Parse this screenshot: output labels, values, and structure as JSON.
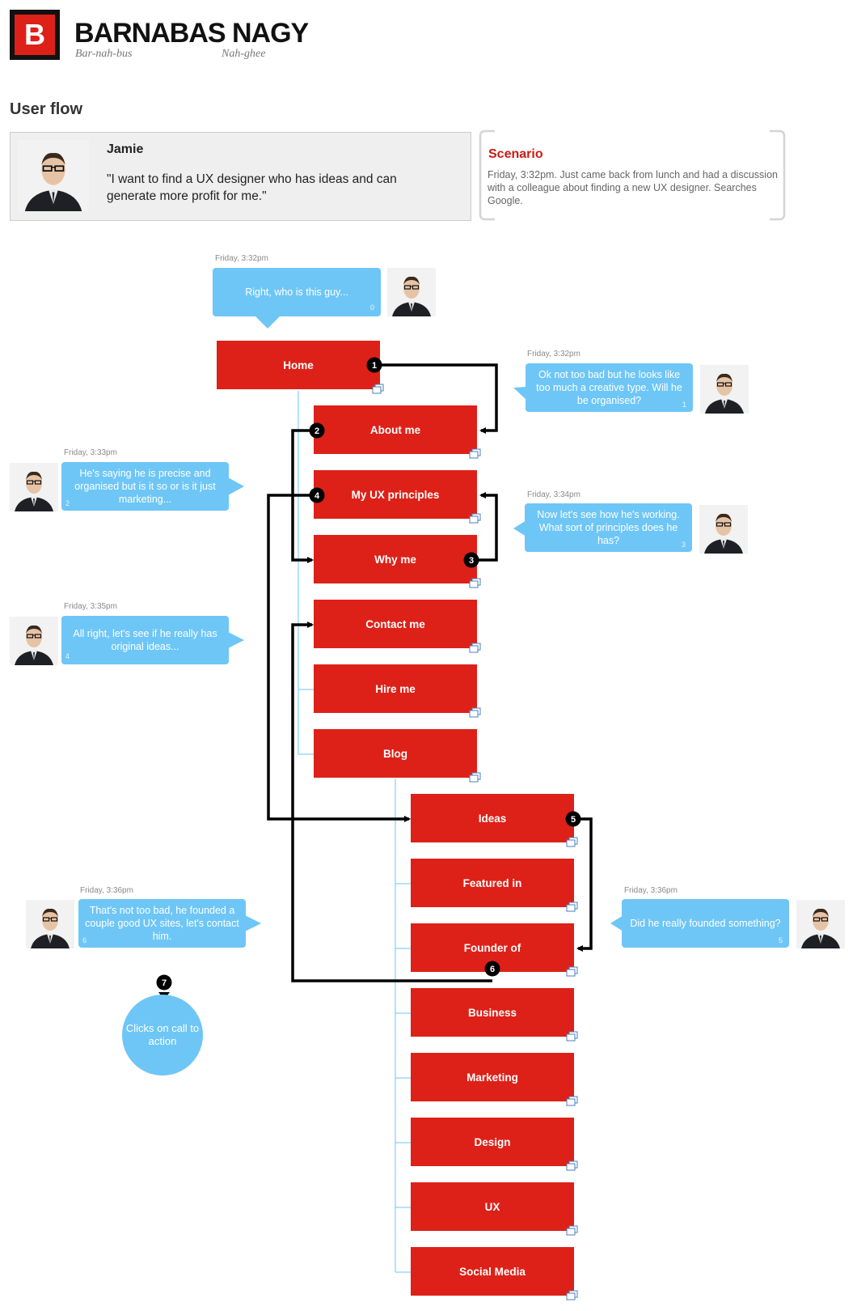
{
  "brand": {
    "logo_letter": "B",
    "name": "BARNABAS NAGY",
    "pronunciation_first": "Bar-nah-bus",
    "pronunciation_last": "Nah-ghee"
  },
  "section_title": "User flow",
  "persona": {
    "name": "Jamie",
    "quote": "\"I want to find a UX designer who has ideas and can generate more profit for me.\""
  },
  "scenario": {
    "title": "Scenario",
    "text": "Friday, 3:32pm. Just came back from lunch and had a discussion with a colleague about finding a new UX designer. Searches Google."
  },
  "colors": {
    "node_red": "#dd2118",
    "bubble_blue": "#6ec6f6",
    "scenario_title_red": "#cc1a12",
    "tree_line_blue": "#6ec6f6"
  },
  "pages": {
    "home": "Home",
    "about": "About me",
    "principles": "My UX principles",
    "why": "Why me",
    "contact": "Contact me",
    "hire": "Hire me",
    "blog": "Blog",
    "ideas": "Ideas",
    "featured": "Featured in",
    "founder": "Founder of",
    "business": "Business",
    "marketing": "Marketing",
    "design": "Design",
    "ux": "UX",
    "social": "Social Media"
  },
  "thoughts": {
    "t0": {
      "time": "Friday, 3:32pm",
      "text": "Right, who is this guy...",
      "num": "0"
    },
    "t1": {
      "time": "Friday, 3:32pm",
      "text": "Ok not too bad but he looks like too much a creative type. Will he be organised?",
      "num": "1"
    },
    "t2": {
      "time": "Friday, 3:33pm",
      "text": "He's saying he is precise and organised but is it so or is it just marketing...",
      "num": "2"
    },
    "t3": {
      "time": "Friday, 3:34pm",
      "text": "Now let's see how he's working. What sort of principles does he has?",
      "num": "3"
    },
    "t4": {
      "time": "Friday, 3:35pm",
      "text": "All right, let's see if he really has original ideas...",
      "num": "4"
    },
    "t5": {
      "time": "Friday, 3:36pm",
      "text": "Did he really founded something?",
      "num": "5"
    },
    "t6": {
      "time": "Friday, 3:36pm",
      "text": "That's not too bad, he founded a couple good UX sites, let's contact him.",
      "num": "6"
    }
  },
  "steps": [
    "1",
    "2",
    "3",
    "4",
    "5",
    "6",
    "7"
  ],
  "cta_text": "Clicks on call to action"
}
